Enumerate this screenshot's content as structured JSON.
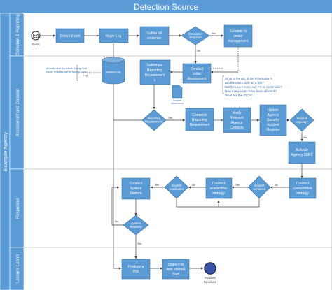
{
  "header": {
    "title": "Detection Source"
  },
  "pool": {
    "label": "Example Agency"
  },
  "lanes": [
    "Detection & Reporting",
    "Assessment and Decision",
    "Responses",
    "Lessons Learnt"
  ],
  "events": {
    "start": "Event",
    "end": [
      "Incident",
      "Resolved"
    ]
  },
  "boxes": {
    "detect": [
      "Detect Event"
    ],
    "begin_log": [
      "Begin Log"
    ],
    "gather": [
      "Gather all",
      "evidence"
    ],
    "escalate": [
      "Escalate to",
      "senior",
      "management"
    ],
    "conduct_initial": [
      "Conduct",
      "Initial",
      "Assessment"
    ],
    "determine": [
      "Determine",
      "Reporting",
      "Requirement",
      "s"
    ],
    "complete": [
      "Complete",
      "Reporting",
      "Requirement"
    ],
    "notify": [
      "Notify",
      "Relevant",
      "Agency",
      "Contacts"
    ],
    "update": [
      "Update",
      "Agency",
      "Security",
      "Incident",
      "Register"
    ],
    "activate": [
      "Activate",
      "Agency ISIRT"
    ],
    "containment": [
      "Conduct",
      "containment",
      "strategy"
    ],
    "eradication": [
      "Conduct",
      "eradication",
      "strategy"
    ],
    "restore": [
      "Conduct",
      "System",
      "Restore"
    ],
    "pir": [
      "Produce a",
      "PIR"
    ],
    "share": [
      "Share PIR",
      "with Internal",
      "Staff"
    ]
  },
  "decisions": {
    "escalation": [
      "Escalation",
      "Required"
    ],
    "reporting": [
      "Reporting",
      "Requirements"
    ],
    "ongoing": [
      "Incident",
      "ongoing?"
    ],
    "contained": [
      "Incident",
      "contained"
    ],
    "eradicated": [
      "Incident",
      "eradicated"
    ],
    "restored": [
      "System",
      "Restored"
    ]
  },
  "flow_labels": {
    "yes": "Yes",
    "no": "No"
  },
  "datastore": {
    "label": "Incident Log"
  },
  "document": {
    "label": [
      "Incident",
      "Assessment"
    ]
  },
  "note": {
    "lines": [
      "all tasks and decisions through out",
      "the IR Process will be stored in the",
      "Log"
    ]
  },
  "questions": [
    "What is the BIL of the information?",
    "Did the users click on a link?",
    "Did the users enter any PII or credentials?",
    "How many users have been affected?",
    "What are the IOC's?"
  ],
  "colors": {
    "box": "#5b9bd5",
    "box_stroke": "#41719c",
    "header": "#5b9bd5",
    "line": "#4a4a4a"
  }
}
